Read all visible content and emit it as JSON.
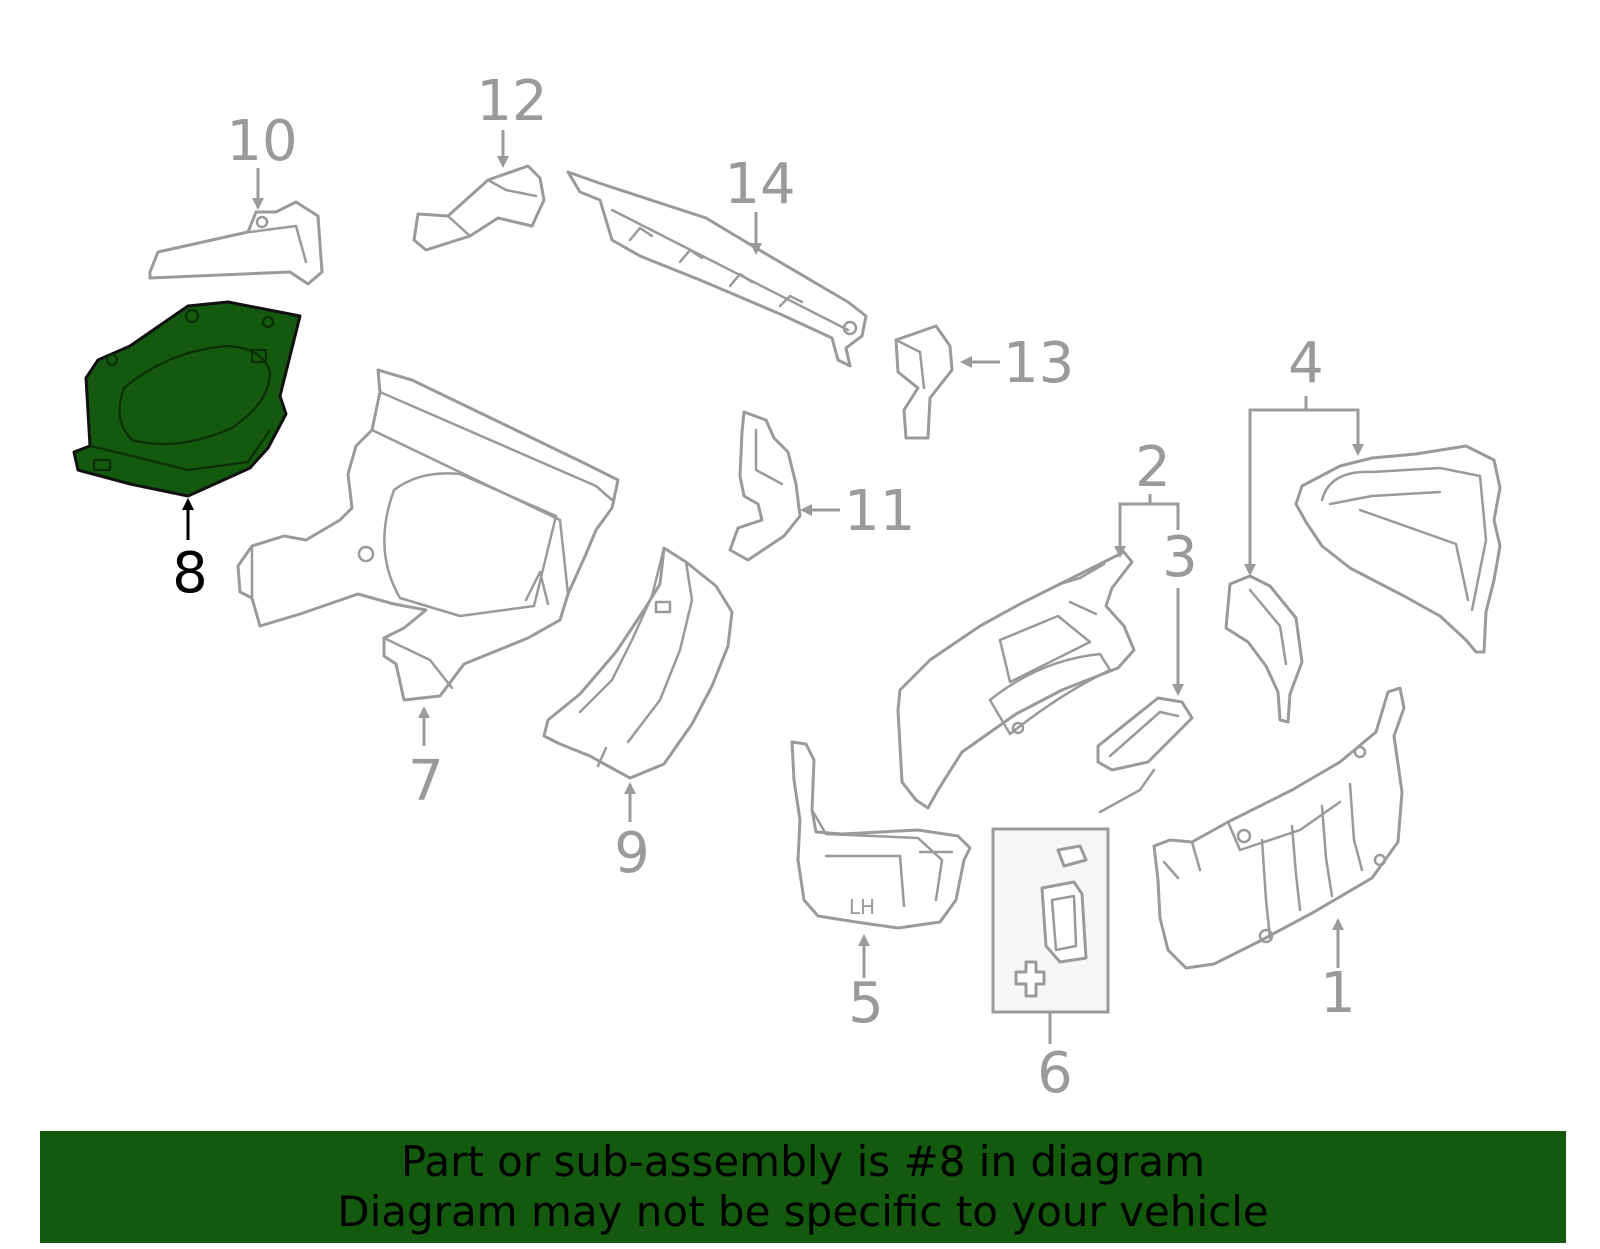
{
  "callouts": {
    "c1": "1",
    "c2": "2",
    "c3": "3",
    "c4": "4",
    "c5": "5",
    "c6": "6",
    "c7": "7",
    "c8": "8",
    "c9": "9",
    "c10": "10",
    "c11": "11",
    "c12": "12",
    "c13": "13",
    "c14": "14"
  },
  "part_5_marking": "LH",
  "highlighted_part": "8",
  "highlight_color": "#145a0e",
  "line_color": "#9a9a9a",
  "banner": {
    "line1": "Part or sub-assembly is #8 in diagram",
    "line2": "Diagram may not be specific to your vehicle",
    "background": "#145a0e"
  }
}
